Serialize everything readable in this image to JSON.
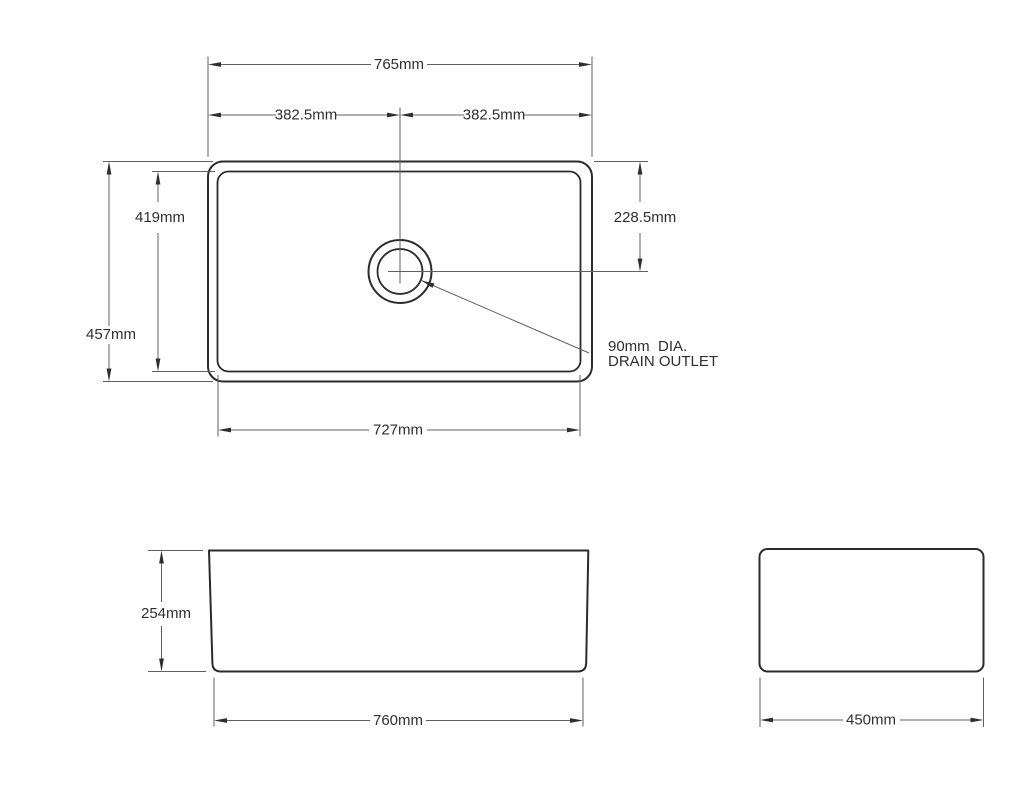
{
  "top_view": {
    "overall_width_label": "765mm",
    "left_half_label": "382.5mm",
    "right_half_label": "382.5mm",
    "bowl_height_label": "419mm",
    "overall_height_label": "457mm",
    "drain_offset_label": "228.5mm",
    "bowl_width_label": "727mm",
    "drain_note_line1": "90mm  DIA.",
    "drain_note_line2": "DRAIN OUTLET"
  },
  "front_view": {
    "height_label": "254mm",
    "width_label": "760mm"
  },
  "side_view": {
    "width_label": "450mm"
  },
  "colors": {
    "object_line": "#2b2b2b",
    "dimension_line": "#606060",
    "text": "#2f2f2f",
    "background": "#ffffff"
  }
}
